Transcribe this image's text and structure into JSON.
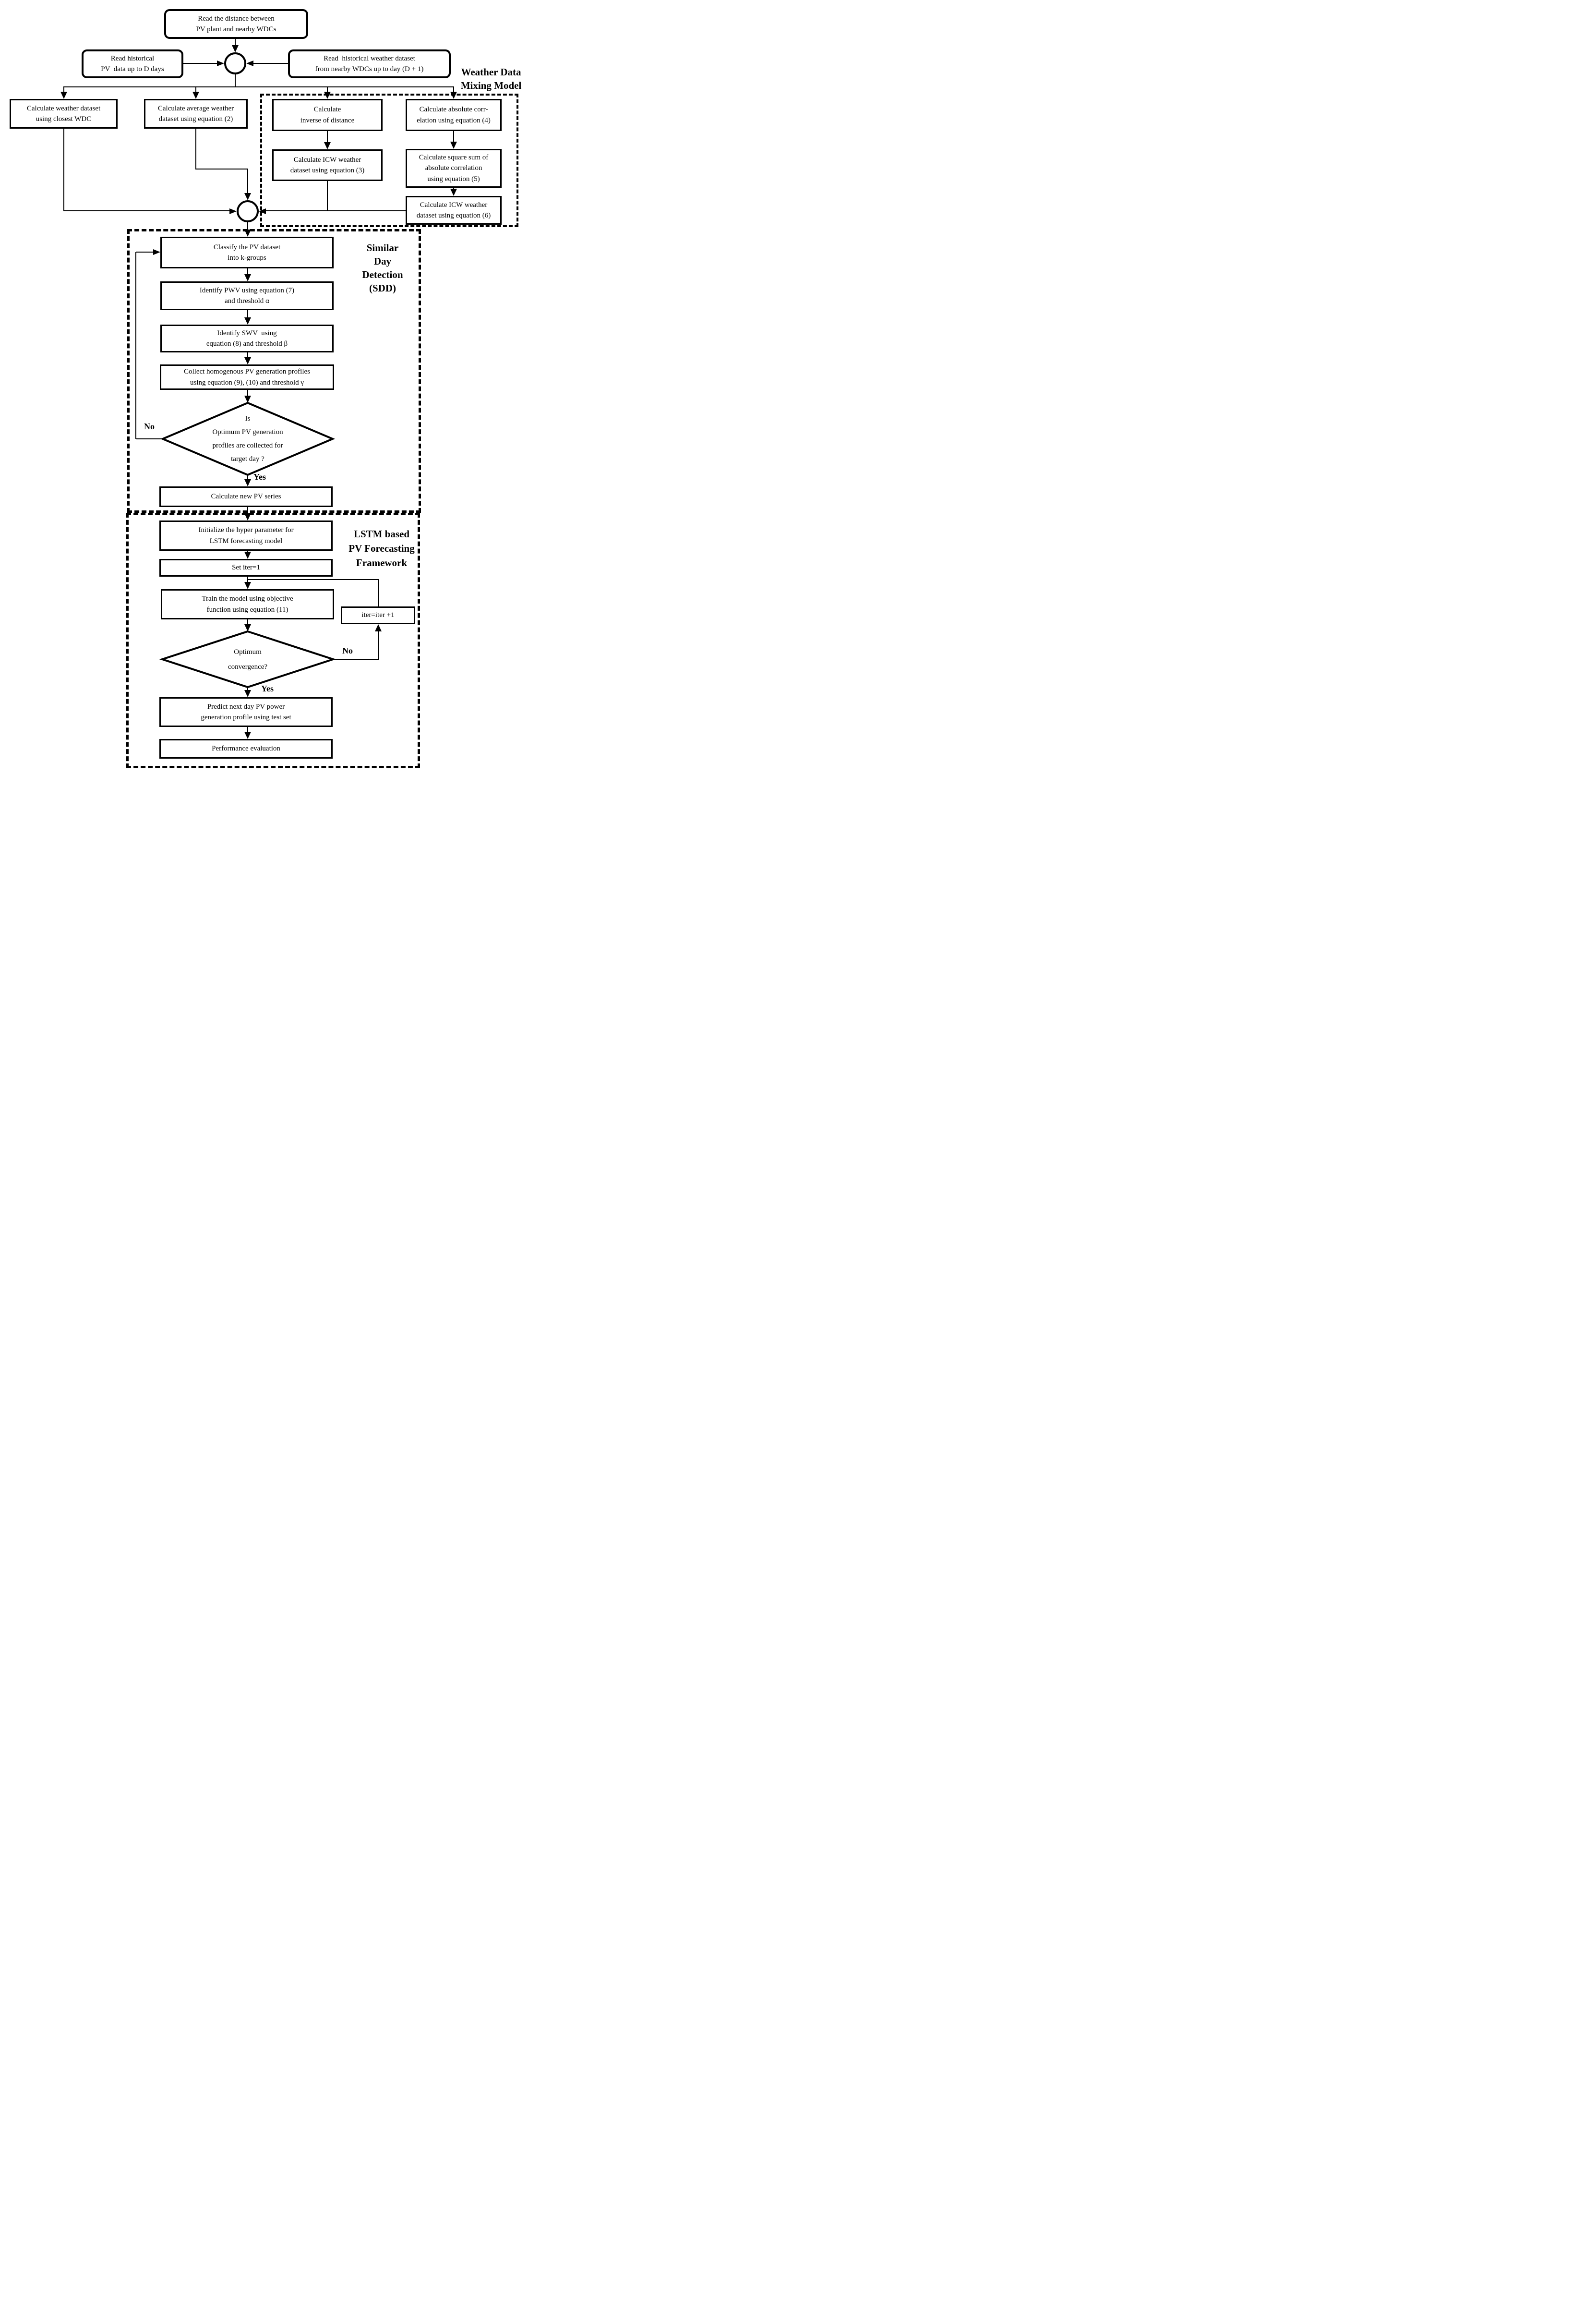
{
  "colors": {
    "ink": "#000000",
    "paper": "#ffffff"
  },
  "nodes": {
    "read_distance": {
      "lines": [
        "Read the distance between",
        "PV plant and nearby WDCs"
      ]
    },
    "read_pv_history": {
      "lines": [
        "Read historical",
        "PV  data up to D days"
      ]
    },
    "read_weather_history": {
      "lines": [
        "Read  historical weather dataset",
        "from nearby WDCs up to day (D + 1)"
      ]
    },
    "calc_closest_wdc": {
      "lines": [
        "Calculate weather dataset",
        "using closest WDC"
      ]
    },
    "calc_avg_weather": {
      "lines": [
        "Calculate average weather",
        "dataset using equation (2)"
      ]
    },
    "calc_inverse_distance": {
      "lines": [
        "Calculate",
        "inverse of distance"
      ]
    },
    "calc_abs_correlation": {
      "lines": [
        "Calculate absolute corr-",
        "elation using equation (4)"
      ]
    },
    "calc_icw_eq3": {
      "lines": [
        "Calculate ICW weather",
        "dataset using equation (3)"
      ]
    },
    "calc_square_sum": {
      "lines": [
        "Calculate square sum of",
        "absolute correlation",
        "using equation (5)"
      ]
    },
    "calc_icw_eq6": {
      "lines": [
        "Calculate ICW weather",
        "dataset using equation (6)"
      ]
    },
    "classify_pv": {
      "lines": [
        "Classify the PV dataset",
        "into k-groups"
      ]
    },
    "identify_pwv": {
      "lines": [
        "Identify PWV using equation (7)",
        "and threshold α"
      ]
    },
    "identify_swv": {
      "lines": [
        "Identify SWV  using",
        "equation (8) and threshold β"
      ]
    },
    "collect_profiles": {
      "lines": [
        "Collect homogenous PV generation profiles",
        "using equation (9), (10) and threshold γ"
      ]
    },
    "decision_profiles": {
      "lines": [
        "Is",
        "Optimum PV generation",
        "profiles are collected for",
        "target day ?"
      ]
    },
    "calc_new_pv": {
      "lines": [
        "Calculate new PV series"
      ]
    },
    "init_hyper": {
      "lines": [
        "Initialize the hyper parameter for",
        "LSTM forecasting model"
      ]
    },
    "set_iter": {
      "lines": [
        "Set iter=1"
      ]
    },
    "train_model": {
      "lines": [
        "Train the model using objective",
        "function using equation (11)"
      ]
    },
    "iter_increment": {
      "lines": [
        "iter=iter +1"
      ]
    },
    "decision_convergence": {
      "lines": [
        "Optimum",
        "convergence?"
      ]
    },
    "predict_next_day": {
      "lines": [
        "Predict next day PV power",
        "generation profile using test set"
      ]
    },
    "performance_eval": {
      "lines": [
        "Performance evaluation"
      ]
    }
  },
  "section_labels": {
    "weather_mixing": {
      "lines": [
        "Weather Data",
        "Mixing Model"
      ]
    },
    "sdd": {
      "lines": [
        "Similar",
        "Day",
        "Detection",
        "(SDD)"
      ]
    },
    "lstm": {
      "lines": [
        "LSTM based",
        "PV Forecasting",
        "Framework"
      ]
    }
  },
  "branch_labels": {
    "sdd_no": "No",
    "sdd_yes": "Yes",
    "lstm_no": "No",
    "lstm_yes": "Yes"
  }
}
